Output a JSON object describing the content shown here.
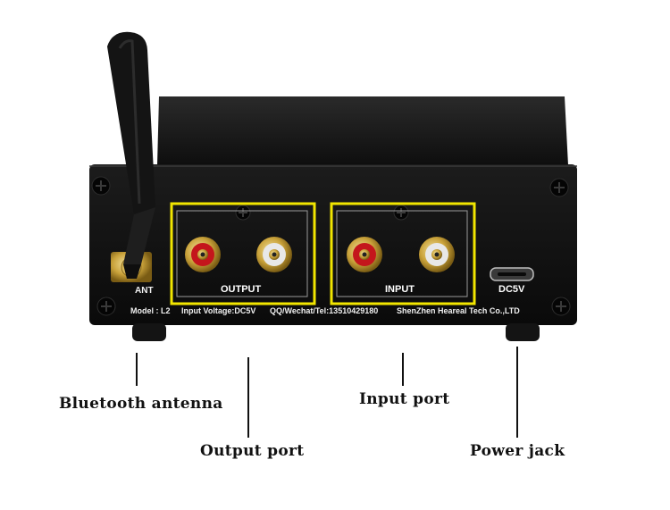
{
  "panel": {
    "ant_label": "ANT",
    "output_label": "OUTPUT",
    "input_label": "INPUT",
    "dc_label": "DC5V",
    "model": "Model : L2",
    "voltage": "Input Voltage:DC5V",
    "contact": "QQ/Wechat/Tel:13510429180",
    "maker": "ShenZhen Heareal Tech Co.,LTD"
  },
  "callouts": {
    "antenna": "Bluetooth antenna",
    "output": "Output port",
    "input": "Input port",
    "power": "Power jack"
  },
  "colors": {
    "chassis": "#1a1a1a",
    "highlight_box": "#f2e600",
    "rca_red": "#c4161c",
    "rca_white": "#e8e8e8",
    "gold": "#c9a23a"
  }
}
